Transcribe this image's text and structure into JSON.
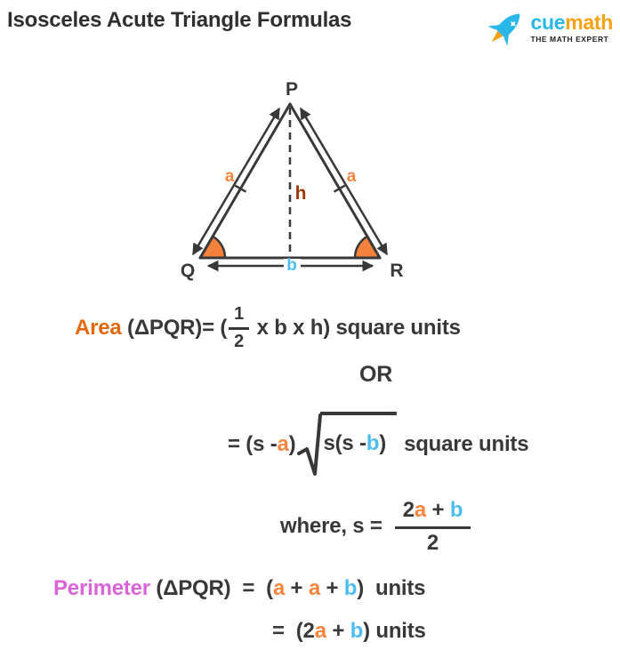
{
  "header": {
    "title": "Isosceles Acute Triangle Formulas",
    "logo": {
      "brand_cue": "cue",
      "brand_math": "math",
      "tagline": "THE MATH EXPERT"
    }
  },
  "diagram": {
    "vertex_top": "P",
    "vertex_bottom_left": "Q",
    "vertex_bottom_right": "R",
    "left_side_label": "a",
    "right_side_label": "a",
    "height_label": "h",
    "base_label": "b"
  },
  "formulas": {
    "area": {
      "keyword": "Area",
      "before_fraction": " (ΔPQR)= (",
      "fraction_numerator": "1",
      "fraction_denominator": "2",
      "after_fraction": " x b x h) square units"
    },
    "or_divider": "OR",
    "heron": {
      "before_a": "= (s -",
      "var_a": "a",
      "after_a": ")",
      "radicand_before_b": "s(s -",
      "var_b": "b",
      "radicand_after_b": ")",
      "suffix": "square units"
    },
    "semi_perimeter": {
      "intro": "where, s =",
      "numerator_coefficient": "2",
      "numerator_var_a": "a",
      "numerator_plus": " + ",
      "numerator_var_b": "b",
      "denominator": "2"
    },
    "perimeter_line1": {
      "keyword": "Perimeter",
      "before_a1": " (ΔPQR)  =  (",
      "a1": "a",
      "plus1": " + ",
      "a2": "a",
      "plus2": " + ",
      "b": "b",
      "close": ")  units"
    },
    "perimeter_line2": {
      "before_a": "=  (2",
      "a": "a",
      "plus": " + ",
      "b": "b",
      "close": ") units"
    }
  },
  "colors": {
    "text_dark": "#383838",
    "title_dark": "#2f2f2f",
    "area_orange": "#e2690b",
    "variable_a_orange": "#f5853f",
    "variable_b_blue": "#4dbdf0",
    "height_rust": "#9c3a0b",
    "perimeter_magenta": "#d964d9",
    "angle_marker_orange": "#f5823c",
    "logo_cyan": "#29b7ea",
    "logo_orange": "#f7a216"
  }
}
